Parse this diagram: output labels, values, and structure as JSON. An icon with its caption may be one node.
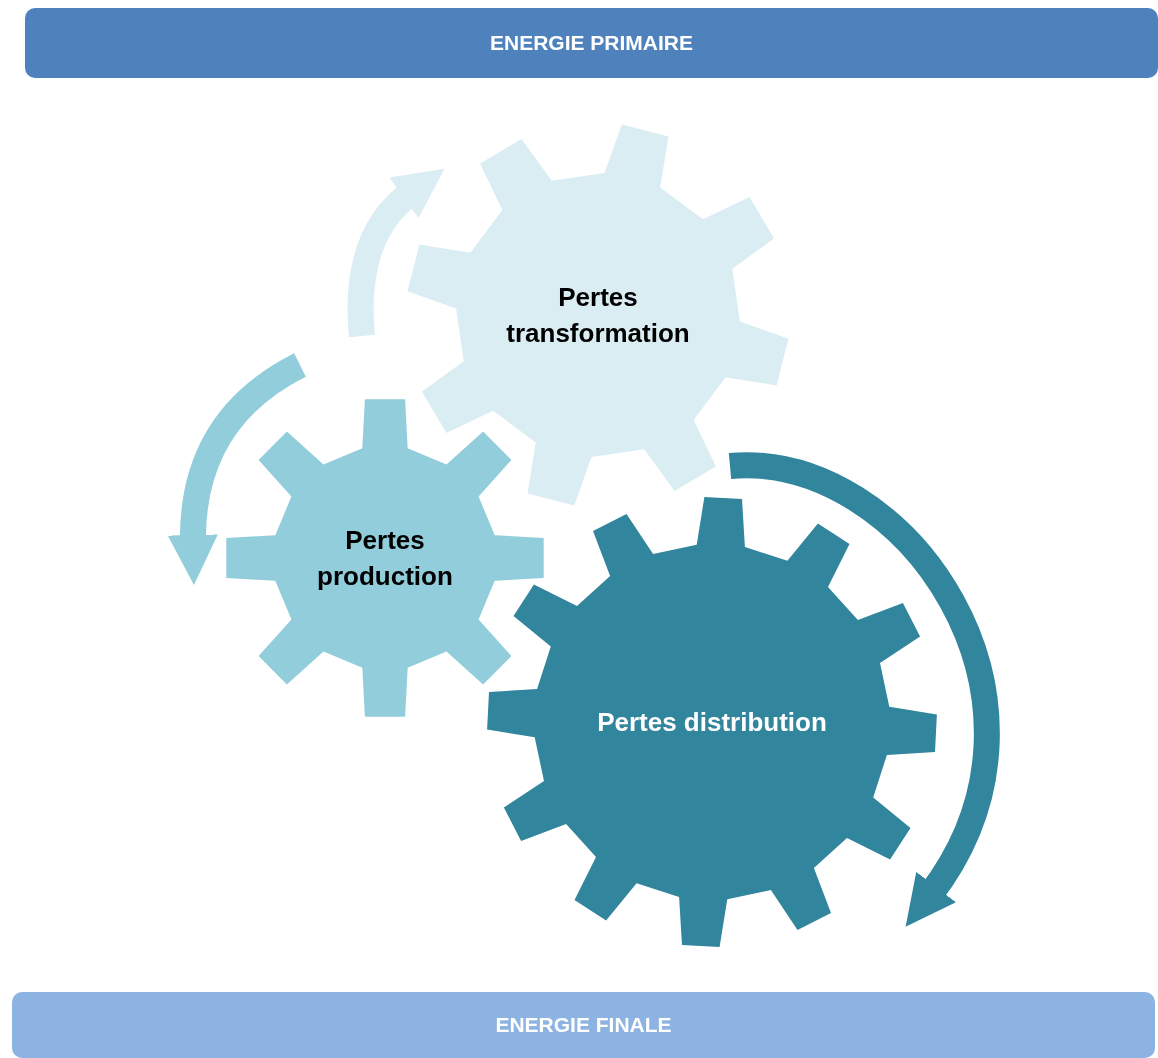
{
  "diagram": {
    "nodes": [
      {
        "text": [
          "ENERGIE PRIMAIRE"
        ]
      },
      {
        "text": [
          "Pertes transformation"
        ]
      },
      {
        "text": [
          "Pertes production"
        ]
      },
      {
        "text": [
          "Pertes distribution"
        ]
      },
      {
        "text": [
          "ENERGIE FINALE"
        ]
      }
    ]
  }
}
